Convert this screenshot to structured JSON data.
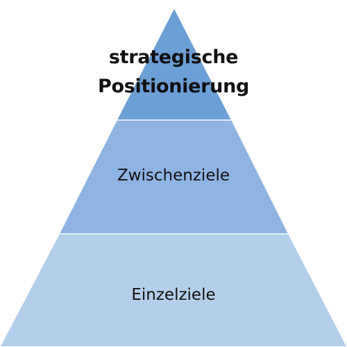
{
  "pyramid": {
    "levels": [
      {
        "id": "top",
        "lines": [
          "strategische",
          "Positionierung"
        ],
        "color": "#6b9fd5"
      },
      {
        "id": "middle",
        "lines": [
          "Zwischenziele"
        ],
        "color": "#8eb4e1"
      },
      {
        "id": "bottom",
        "lines": [
          "Einzelziele"
        ],
        "color": "#b3cfeb"
      }
    ],
    "divider_color": "#ffffff"
  }
}
